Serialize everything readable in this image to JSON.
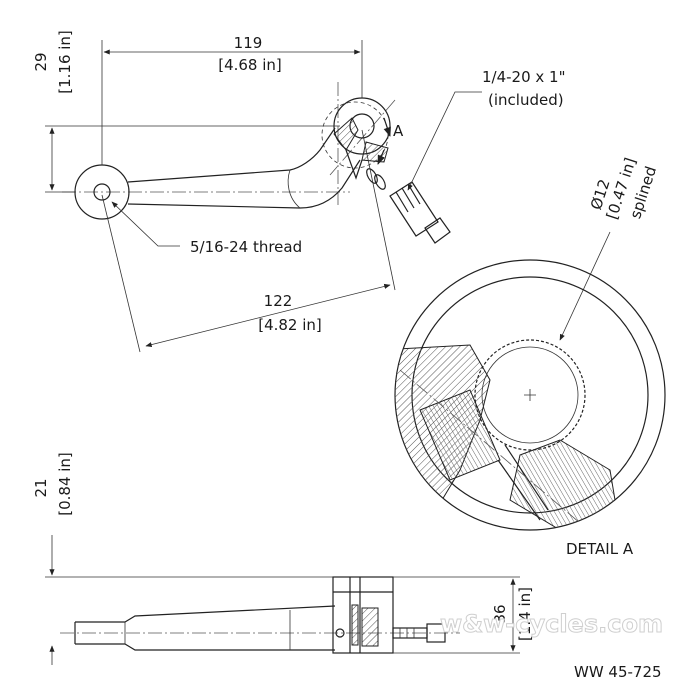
{
  "dimensions": {
    "length_top": {
      "mm": "119",
      "in": "[4.68 in]"
    },
    "height_top": {
      "mm": "29",
      "in": "[1.16 in]"
    },
    "length_diag": {
      "mm": "122",
      "in": "[4.82 in]"
    },
    "side_height": {
      "mm": "21",
      "in": "[0.84 in]"
    },
    "side_width": {
      "mm": "36",
      "in": "[1.4 in]"
    },
    "spline_dia": {
      "mm": "Ø12",
      "in": "[0.47 in]",
      "note": "splined"
    }
  },
  "callouts": {
    "bolt_line1": "1/4-20 x 1\"",
    "bolt_line2": "(included)",
    "thread": "5/16-24 thread",
    "detail_marker": "A",
    "detail_title": "DETAIL A"
  },
  "part_number": "WW 45-725",
  "watermark": "w&w-cycles.com",
  "colors": {
    "line": "#222222",
    "hatch": "#555555",
    "background": "#ffffff"
  }
}
